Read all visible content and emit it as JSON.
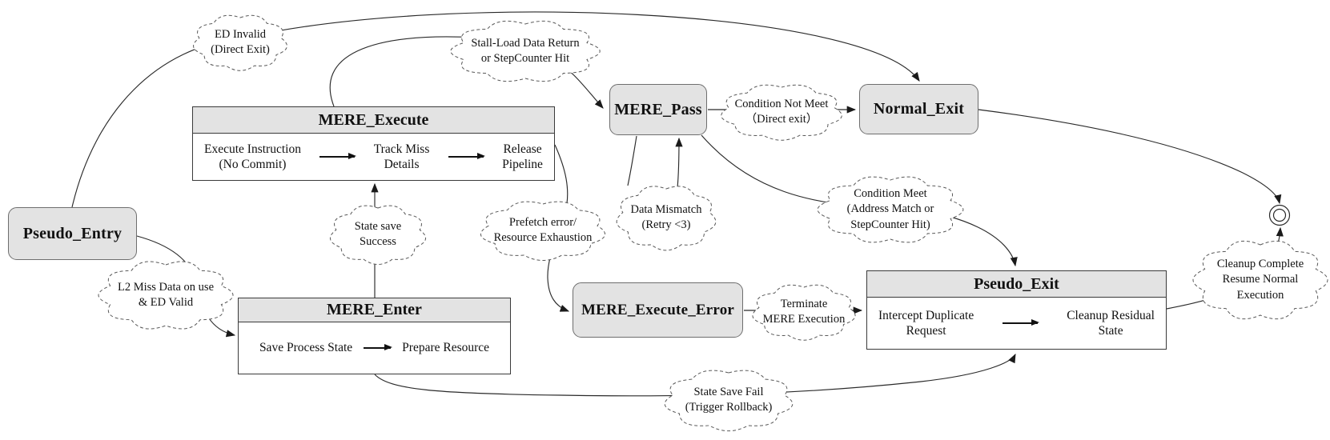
{
  "diagram": {
    "states": {
      "pseudo_entry": {
        "label": "Pseudo_Entry"
      },
      "mere_pass": {
        "label": "MERE_Pass"
      },
      "normal_exit": {
        "label": "Normal_Exit"
      },
      "mere_execute_error": {
        "label": "MERE_Execute_Error"
      },
      "mere_execute": {
        "title": "MERE_Execute",
        "steps": [
          "Execute Instruction\n(No Commit)",
          "Track Miss\nDetails",
          "Release\nPipeline"
        ]
      },
      "mere_enter": {
        "title": "MERE_Enter",
        "steps": [
          "Save Process State",
          "Prepare Resource"
        ]
      },
      "pseudo_exit": {
        "title": "Pseudo_Exit",
        "steps": [
          "Intercept Duplicate\nRequest",
          "Cleanup Residual\nState"
        ]
      }
    },
    "clouds": {
      "ed_invalid": "ED Invalid\n(Direct Exit)",
      "stall_load": "Stall-Load Data Return\nor StepCounter Hit",
      "condition_not_meet": "Condition Not Meet\n（Direct exit）",
      "data_mismatch": "Data Mismatch\n(Retry <3)",
      "condition_meet": "Condition Meet\n(Address Match or\nStepCounter Hit)",
      "state_save_success": "State save\nSuccess",
      "prefetch_error": "Prefetch error/\nResource Exhaustion",
      "l2_miss": "L2 Miss Data on use\n& ED Valid",
      "terminate": "Terminate\nMERE Execution",
      "state_save_fail": "State Save Fail\n(Trigger Rollback)",
      "cleanup_complete": "Cleanup Complete\nResume Normal\nExecution"
    },
    "colors": {
      "state_fill": "#e3e3e3",
      "state_border": "#6e6e6e",
      "composite_border": "#3a3a3a",
      "edge": "#2a2a2a",
      "cloud_border": "#595959"
    }
  }
}
